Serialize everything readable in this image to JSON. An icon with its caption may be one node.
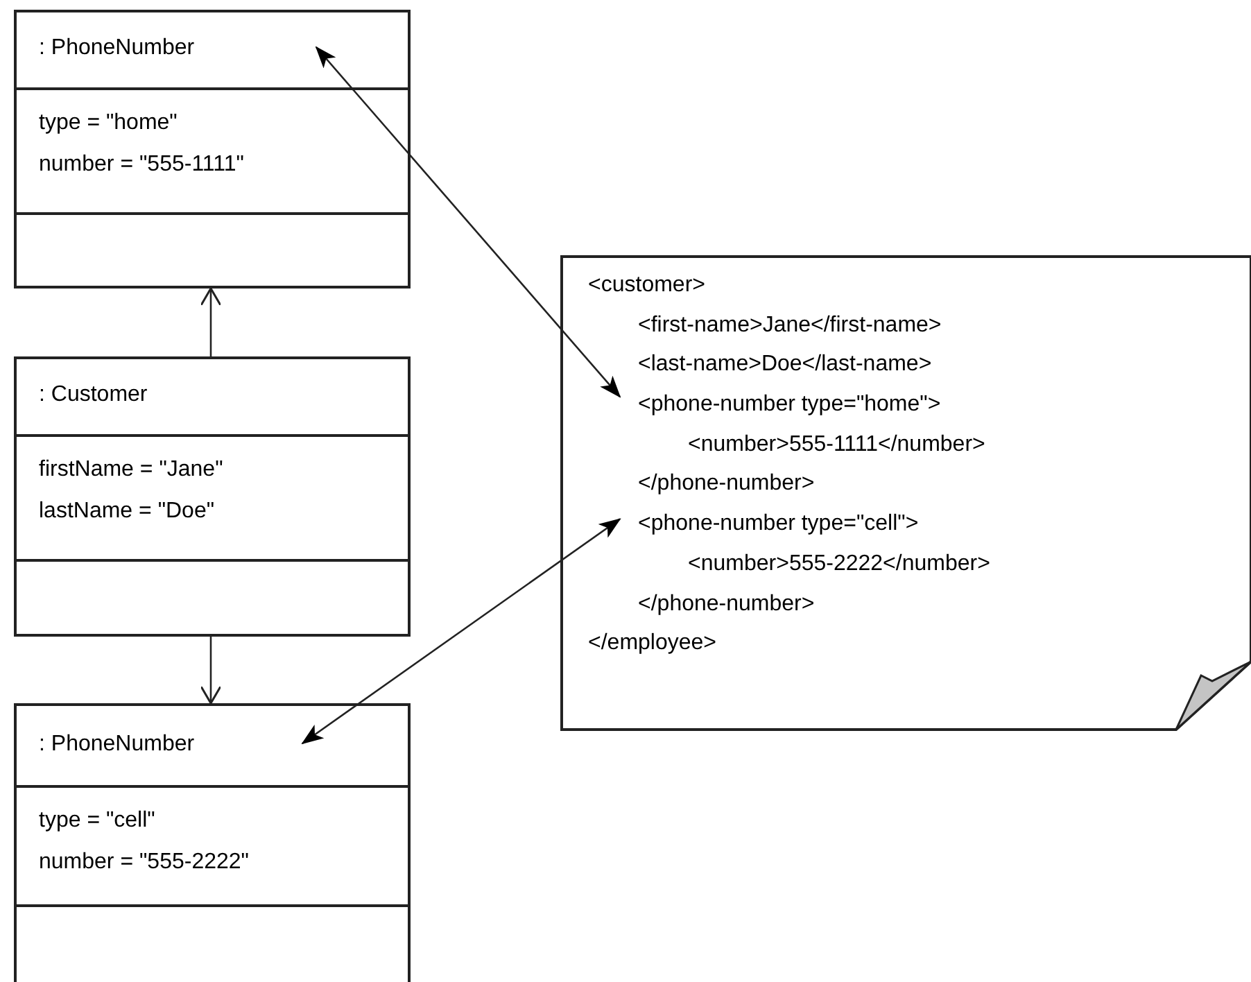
{
  "diagram": {
    "nodes": [
      {
        "text": [
          ": PhoneNumber",
          "type = \"home\"",
          "number = \"555-1111\""
        ]
      },
      {
        "text": [
          ": Customer",
          "firstName = \"Jane\"",
          "lastName = \"Doe\""
        ]
      },
      {
        "text": [
          ": PhoneNumber",
          "type = \"cell\"",
          "number = \"555-2222\""
        ]
      },
      {
        "text": [
          "<customer>",
          "<first-name>Jane</first-name>",
          "<last-name>Doe</last-name>",
          "</employee>"
        ]
      },
      {
        "text": [
          "<phone-number type=\"home\">",
          "<number>555-1111</number>",
          "</phone-number>"
        ],
        "in": 3
      },
      {
        "text": [
          "<phone-number type=\"cell\">",
          "<number>555-2222</number>",
          "</phone-number>"
        ],
        "in": 3
      }
    ],
    "edges": [
      {
        "from": 1,
        "to": 0,
        "arrow": "to"
      },
      {
        "from": 1,
        "to": 2,
        "arrow": "to"
      },
      {
        "from": 0,
        "to": 4,
        "arrow": "both"
      },
      {
        "from": 2,
        "to": 5,
        "arrow": "both"
      }
    ]
  }
}
